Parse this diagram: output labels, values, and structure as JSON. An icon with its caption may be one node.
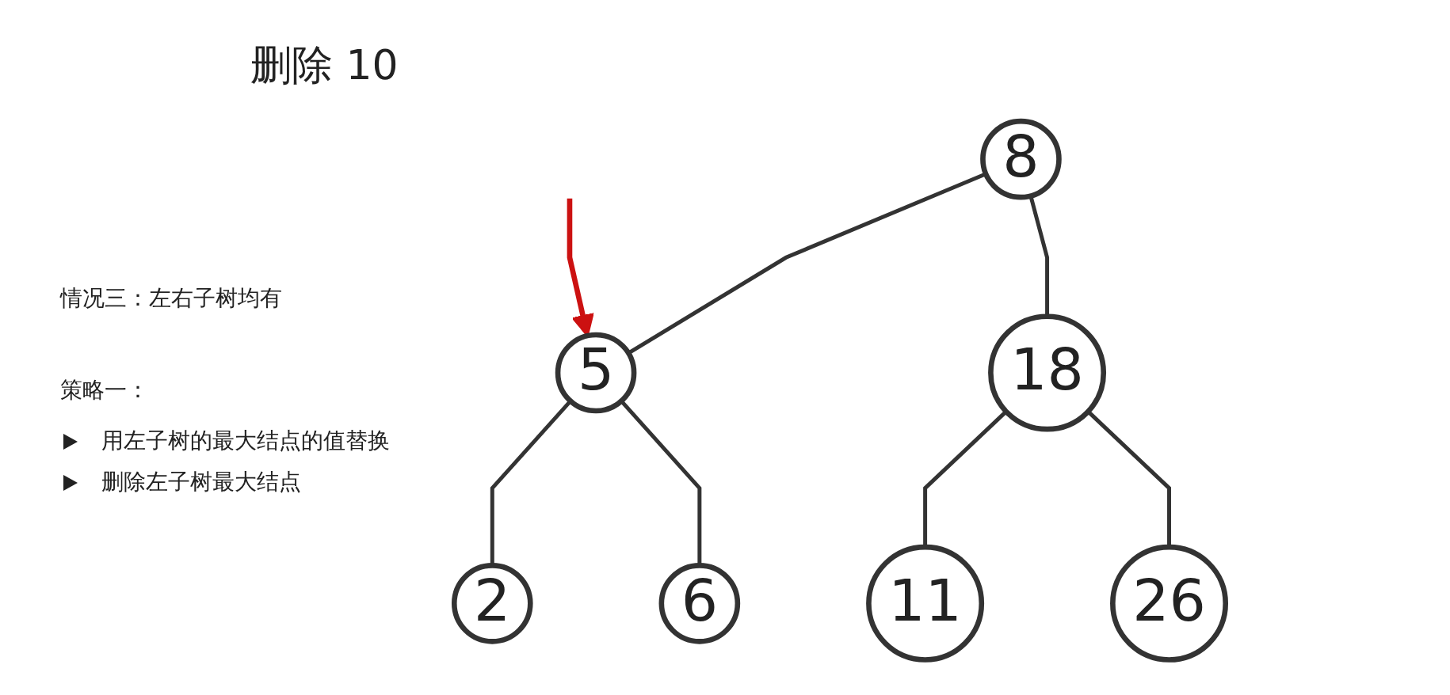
{
  "diagram": {
    "title": "删除 10",
    "nodes": [
      {
        "text": [
          "8"
        ]
      },
      {
        "text": [
          "5"
        ]
      },
      {
        "text": [
          "18"
        ]
      },
      {
        "text": [
          "2"
        ]
      },
      {
        "text": [
          "6"
        ]
      },
      {
        "text": [
          "11"
        ]
      },
      {
        "text": [
          "26"
        ]
      }
    ],
    "edges": [
      {
        "from": 0,
        "to": 1,
        "arrow": "none"
      },
      {
        "from": 0,
        "to": 2,
        "arrow": "none"
      },
      {
        "from": 1,
        "to": 3,
        "arrow": "none"
      },
      {
        "from": 1,
        "to": 4,
        "arrow": "none"
      },
      {
        "from": 2,
        "to": 5,
        "arrow": "none"
      },
      {
        "from": 2,
        "to": 6,
        "arrow": "none"
      },
      {
        "from": null,
        "to": 1,
        "arrow": "to",
        "color": "#cc1111"
      }
    ],
    "labels": [
      "情况三：左右子树均有",
      "策略一：",
      "用左子树的最大结点的值替换",
      "删除左子树最大结点"
    ]
  }
}
